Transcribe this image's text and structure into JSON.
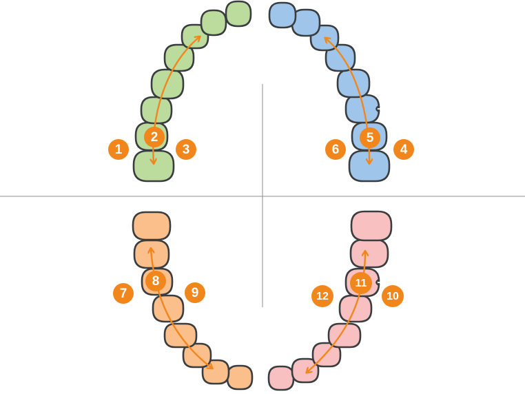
{
  "colors": {
    "quadrant_upper_left": "#bcdc9e",
    "quadrant_upper_right": "#9fc6ea",
    "quadrant_lower_left": "#fbbf8c",
    "quadrant_lower_right": "#f8c0c0",
    "outline": "#3a3d40",
    "badge": "#f0861c",
    "arrow": "#f0861c",
    "divider": "#8e8e8e"
  },
  "quadrants": [
    {
      "id": "upper-left",
      "badges": [
        "1",
        "2",
        "3"
      ]
    },
    {
      "id": "upper-right",
      "badges": [
        "4",
        "5",
        "6"
      ]
    },
    {
      "id": "lower-left",
      "badges": [
        "7",
        "8",
        "9"
      ]
    },
    {
      "id": "lower-right",
      "badges": [
        "10",
        "11",
        "12"
      ]
    }
  ],
  "badges": {
    "b1": "1",
    "b2": "2",
    "b3": "3",
    "b4": "4",
    "b5": "5",
    "b6": "6",
    "b7": "7",
    "b8": "8",
    "b9": "9",
    "b10": "10",
    "b11": "11",
    "b12": "12"
  },
  "icons": {
    "arrow": "double-headed-arrow-icon",
    "badge": "numbered-circle-icon",
    "tooth": "tooth-shape-icon"
  }
}
